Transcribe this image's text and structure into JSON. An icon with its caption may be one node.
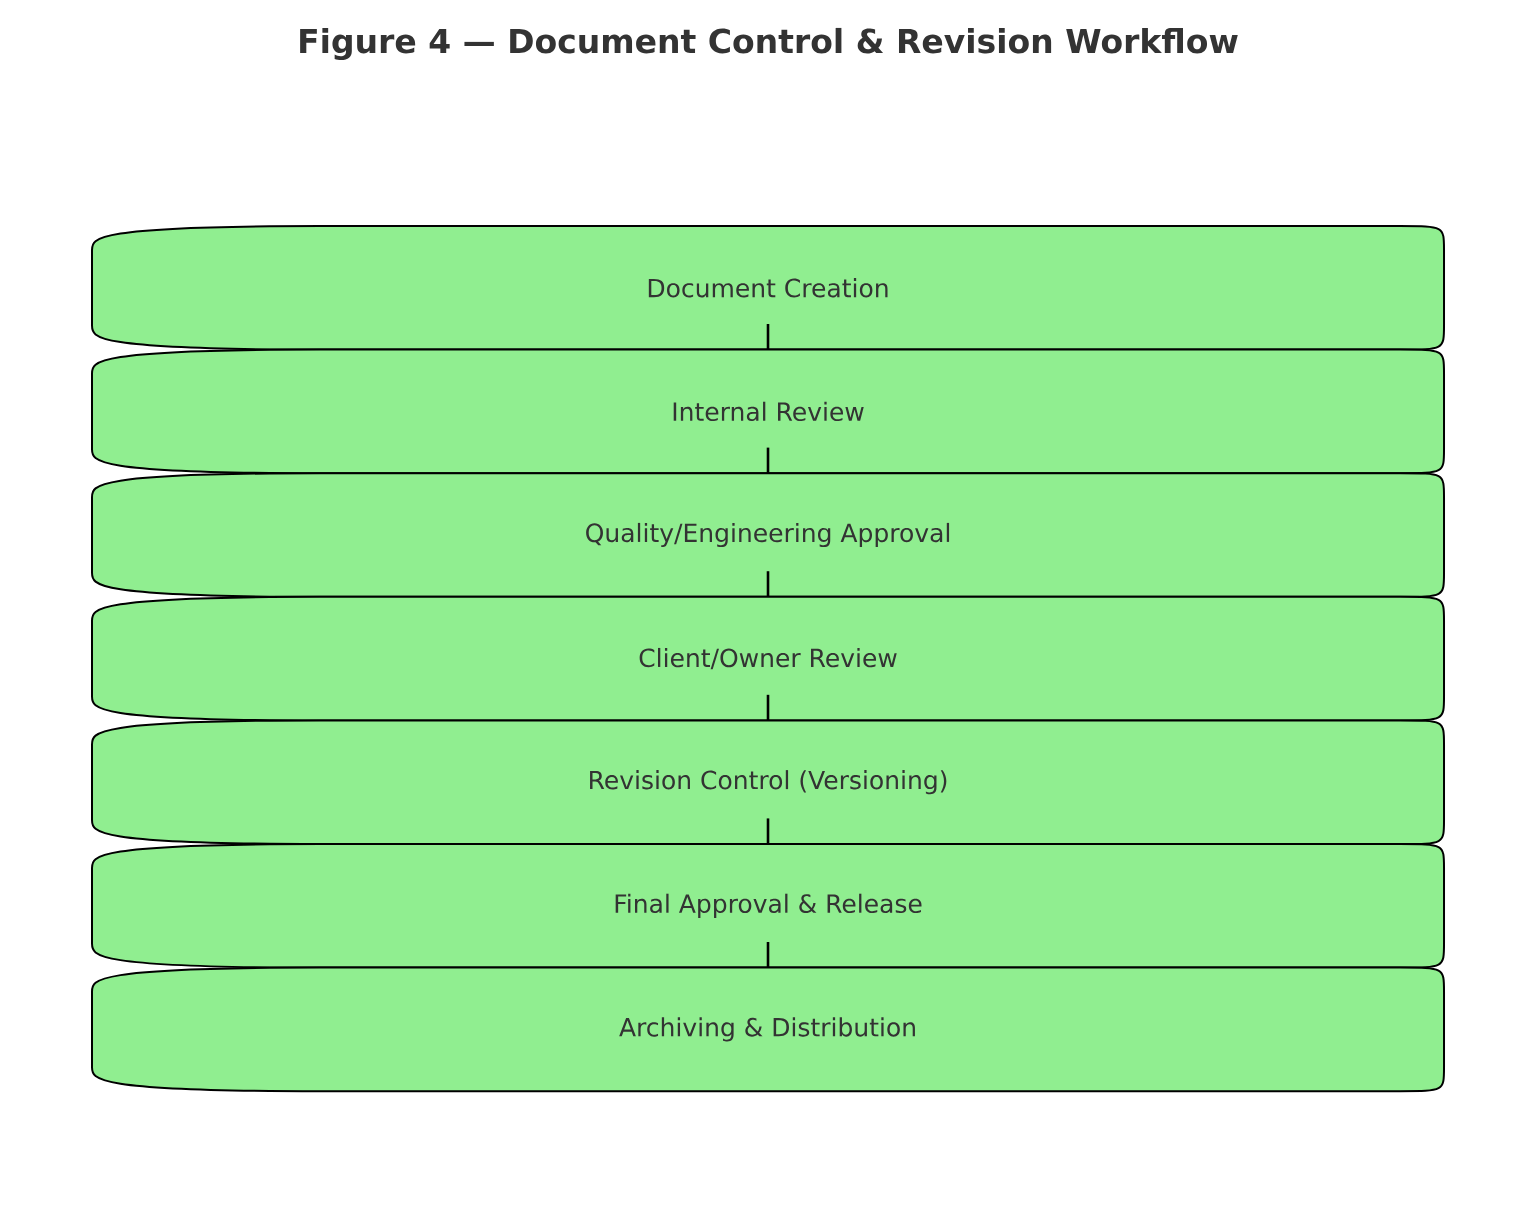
{
  "diagram": {
    "title": "Figure 4 — Document Control & Revision Workflow",
    "nodes": [
      {
        "text": [
          "Document Creation"
        ]
      },
      {
        "text": [
          "Internal Review"
        ]
      },
      {
        "text": [
          "Quality/Engineering Approval"
        ]
      },
      {
        "text": [
          "Client/Owner Review"
        ]
      },
      {
        "text": [
          "Revision Control (Versioning)"
        ]
      },
      {
        "text": [
          "Final Approval & Release"
        ]
      },
      {
        "text": [
          "Archiving & Distribution"
        ]
      }
    ],
    "edges": [
      {
        "from": 0,
        "to": 1,
        "arrow": "none"
      },
      {
        "from": 1,
        "to": 2,
        "arrow": "none"
      },
      {
        "from": 2,
        "to": 3,
        "arrow": "none"
      },
      {
        "from": 3,
        "to": 4,
        "arrow": "none"
      },
      {
        "from": 4,
        "to": 5,
        "arrow": "none"
      },
      {
        "from": 5,
        "to": 6,
        "arrow": "none"
      }
    ]
  }
}
